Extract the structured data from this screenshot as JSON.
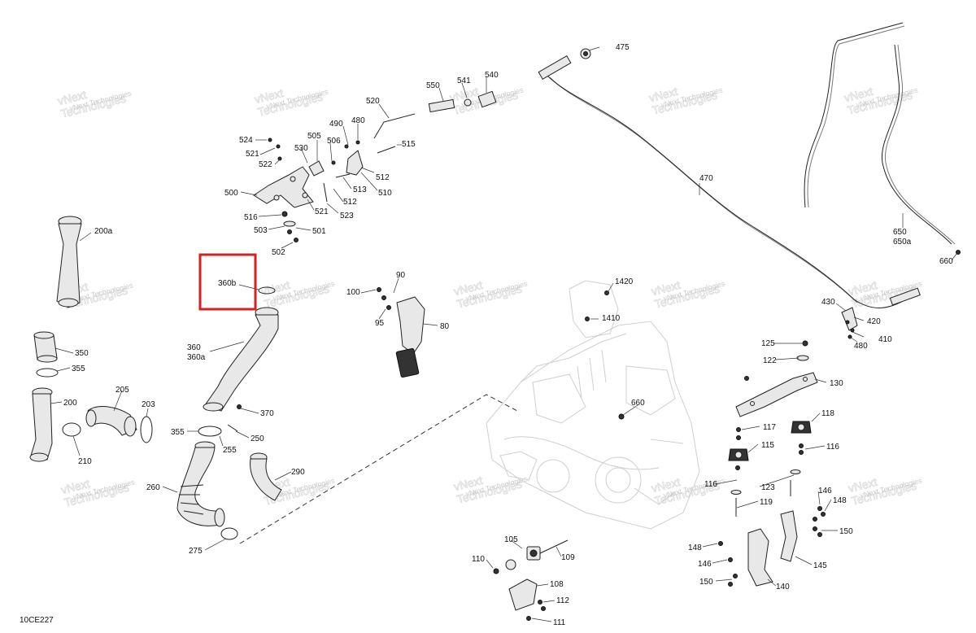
{
  "diagram": {
    "reference_code": "10CE227",
    "highlighted_part": "360b",
    "watermark": {
      "line1": "vNext",
      "line2": "Technologies",
      "label": "vNext Technologies"
    },
    "callouts": {
      "c475": "475",
      "c550": "550",
      "c541": "541",
      "c540": "540",
      "c520": "520",
      "c490": "490",
      "c480a": "480",
      "c505": "505",
      "c506": "506",
      "c524": "524",
      "c530": "530",
      "c515": "515",
      "c521a": "521",
      "c522": "522",
      "c512a": "512",
      "c510": "510",
      "c513": "513",
      "c500": "500",
      "c512b": "512",
      "c521b": "521",
      "c523": "523",
      "c516": "516",
      "c503": "503",
      "c501": "501",
      "c502": "502",
      "c470": "470",
      "c650": "650",
      "c650a": "650a",
      "c660a": "660",
      "c200a": "200a",
      "c360b": "360b",
      "c90": "90",
      "c100": "100",
      "c95": "95",
      "c80": "80",
      "c1420": "1420",
      "c1410": "1410",
      "c430": "430",
      "c420": "420",
      "c410": "410",
      "c480b": "480",
      "c125": "125",
      "c122": "122",
      "c130": "130",
      "c350": "350",
      "c355a": "355",
      "c360": "360",
      "c360a": "360a",
      "c205": "205",
      "c203": "203",
      "c200": "200",
      "c370": "370",
      "c660b": "660",
      "c118": "118",
      "c117": "117",
      "c355b": "355",
      "c250": "250",
      "c255": "255",
      "c115": "115",
      "c116a": "116",
      "c210": "210",
      "c290": "290",
      "c116b": "116",
      "c123": "123",
      "c146a": "146",
      "c148a": "148",
      "c260": "260",
      "c119": "119",
      "c150a": "150",
      "c105": "105",
      "c148b": "148",
      "c145": "145",
      "c275": "275",
      "c109": "109",
      "c146b": "146",
      "c110": "110",
      "c108": "108",
      "c150b": "150",
      "c140": "140",
      "c112": "112",
      "c111": "111"
    }
  }
}
